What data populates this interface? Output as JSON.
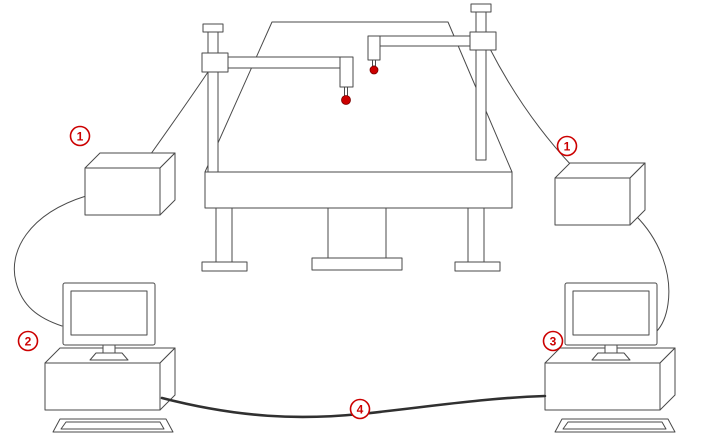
{
  "diagram": {
    "labels": {
      "controller_left": "1",
      "controller_right": "1",
      "computer_left": "2",
      "computer_right": "3",
      "cable": "4"
    },
    "colors": {
      "label_red": "#cc0000",
      "probe_red": "#cc0000",
      "line_gray": "#4a4a4a",
      "cable_dark": "#303030",
      "background": "#ffffff"
    }
  }
}
